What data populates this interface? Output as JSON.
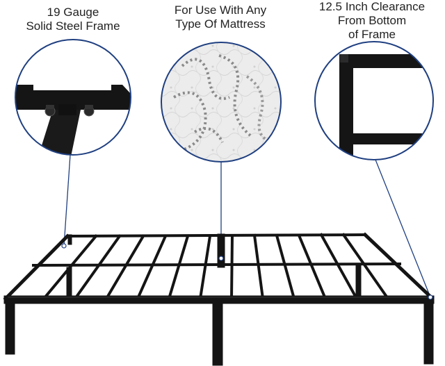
{
  "callouts": [
    {
      "id": "frame",
      "lines": [
        "19 Gauge",
        "Solid Steel Frame"
      ]
    },
    {
      "id": "mattress",
      "lines": [
        "For Use With Any",
        "Type Of Mattress"
      ]
    },
    {
      "id": "clearance",
      "lines": [
        "12.5 Inch Clearance",
        "From Bottom",
        "of Frame"
      ]
    }
  ],
  "colors": {
    "circle_border": "#1f3f80",
    "frame_steel": "#111111",
    "mattress_fabric": "#e9e9e9",
    "pointer_line": "#1f3f80"
  },
  "icons": [
    "bracket-detail-image",
    "mattress-texture-image",
    "clearance-detail-image",
    "bed-frame-image"
  ]
}
